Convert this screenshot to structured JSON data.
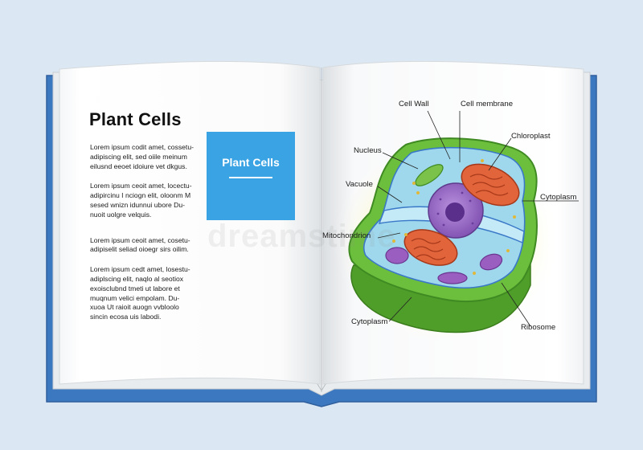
{
  "left_page": {
    "title": "Plant Cells",
    "paragraphs": [
      [
        "Lorem ipsum codit amet, cossetu-",
        "adipiscing elit, sed oiile meinum",
        "eilusnd eeoet idoiure vet dkgus."
      ],
      [
        "Lorem ipsum ceoit amet, locectu-",
        "adipircinu I nciogn elit, oloonm M",
        "sesed wnizn idunnui ubore Du-",
        "nuoit uolgre velquis."
      ],
      [
        "Lorem ipsum ceoit amet, cosetu-",
        "adipiselit seliad oioegr sirs oilim."
      ],
      [
        "Lorem ipsum cedt amet, losestu-",
        "adiplscing elit, naqlo al seotiox",
        "exoisclubnd tmeti ut labore et",
        "muqnum velici empolam. Du-",
        "xuoa Ut raioit auogn vvbloolo",
        "sincin ecosa uis labodi."
      ]
    ],
    "card_label": "Plant Cells"
  },
  "diagram": {
    "labels": {
      "cell_wall": "Cell Wall",
      "cell_membrane": "Cell membrane",
      "chloroplast": "Chloroplast",
      "nucleus": "Nucleus",
      "vacuole": "Vacuole",
      "cytoplasm_right": "Cytoplasm",
      "mitochondrion": "Mitochondrion",
      "cytoplasm_bottom": "Cytoplasm",
      "ribosome": "Ribosome"
    },
    "watermark": "dreamstime"
  },
  "colors": {
    "background": "#dbe8f4",
    "book_cover": "#3c78c0",
    "page": "#fdfdfd",
    "card": "#3aa3e3",
    "cell_wall": "#6cbf3c",
    "cytoplasm": "#9fd8ec",
    "nucleus": "#8b5fb8",
    "chloroplast": "#d9562f",
    "vacuole_outline": "#3a78c8"
  }
}
